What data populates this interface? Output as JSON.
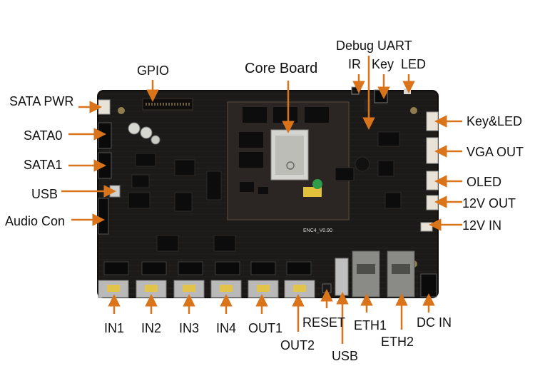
{
  "labels": {
    "gpio": "GPIO",
    "core_board": "Core Board",
    "debug_uart": "Debug UART",
    "ir": "IR",
    "key": "Key",
    "led": "LED",
    "sata_pwr": "SATA PWR",
    "sata0": "SATA0",
    "sata1": "SATA1",
    "usb_left": "USB",
    "audio_con": "Audio Con",
    "key_led": "Key&LED",
    "vga_out": "VGA OUT",
    "oled": "OLED",
    "out_12v": "12V OUT",
    "in_12v": "12V IN",
    "in1": "IN1",
    "in2": "IN2",
    "in3": "IN3",
    "in4": "IN4",
    "out1": "OUT1",
    "out2": "OUT2",
    "reset": "RESET",
    "usb_bottom": "USB",
    "eth1": "ETH1",
    "eth2": "ETH2",
    "dc_in": "DC IN"
  },
  "board_silkscreen": "ENC4_V0.90",
  "colors": {
    "pcb": "#1c1a18",
    "connector": "#e9e2d6",
    "arrow": "#d9741a",
    "hdmi": "#b9b9b9"
  }
}
